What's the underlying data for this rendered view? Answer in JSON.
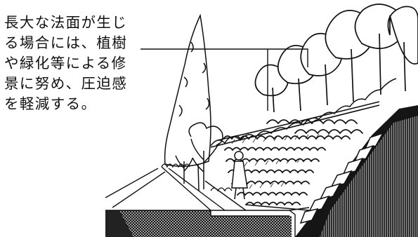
{
  "annotation": {
    "lines": [
      "長大な法面が生じ",
      "る場合には、植樹",
      "や緑化等による修",
      "景に努め、圧迫感",
      "を軽減する。"
    ]
  },
  "colors": {
    "ink": "#111111",
    "paper": "#ffffff"
  }
}
